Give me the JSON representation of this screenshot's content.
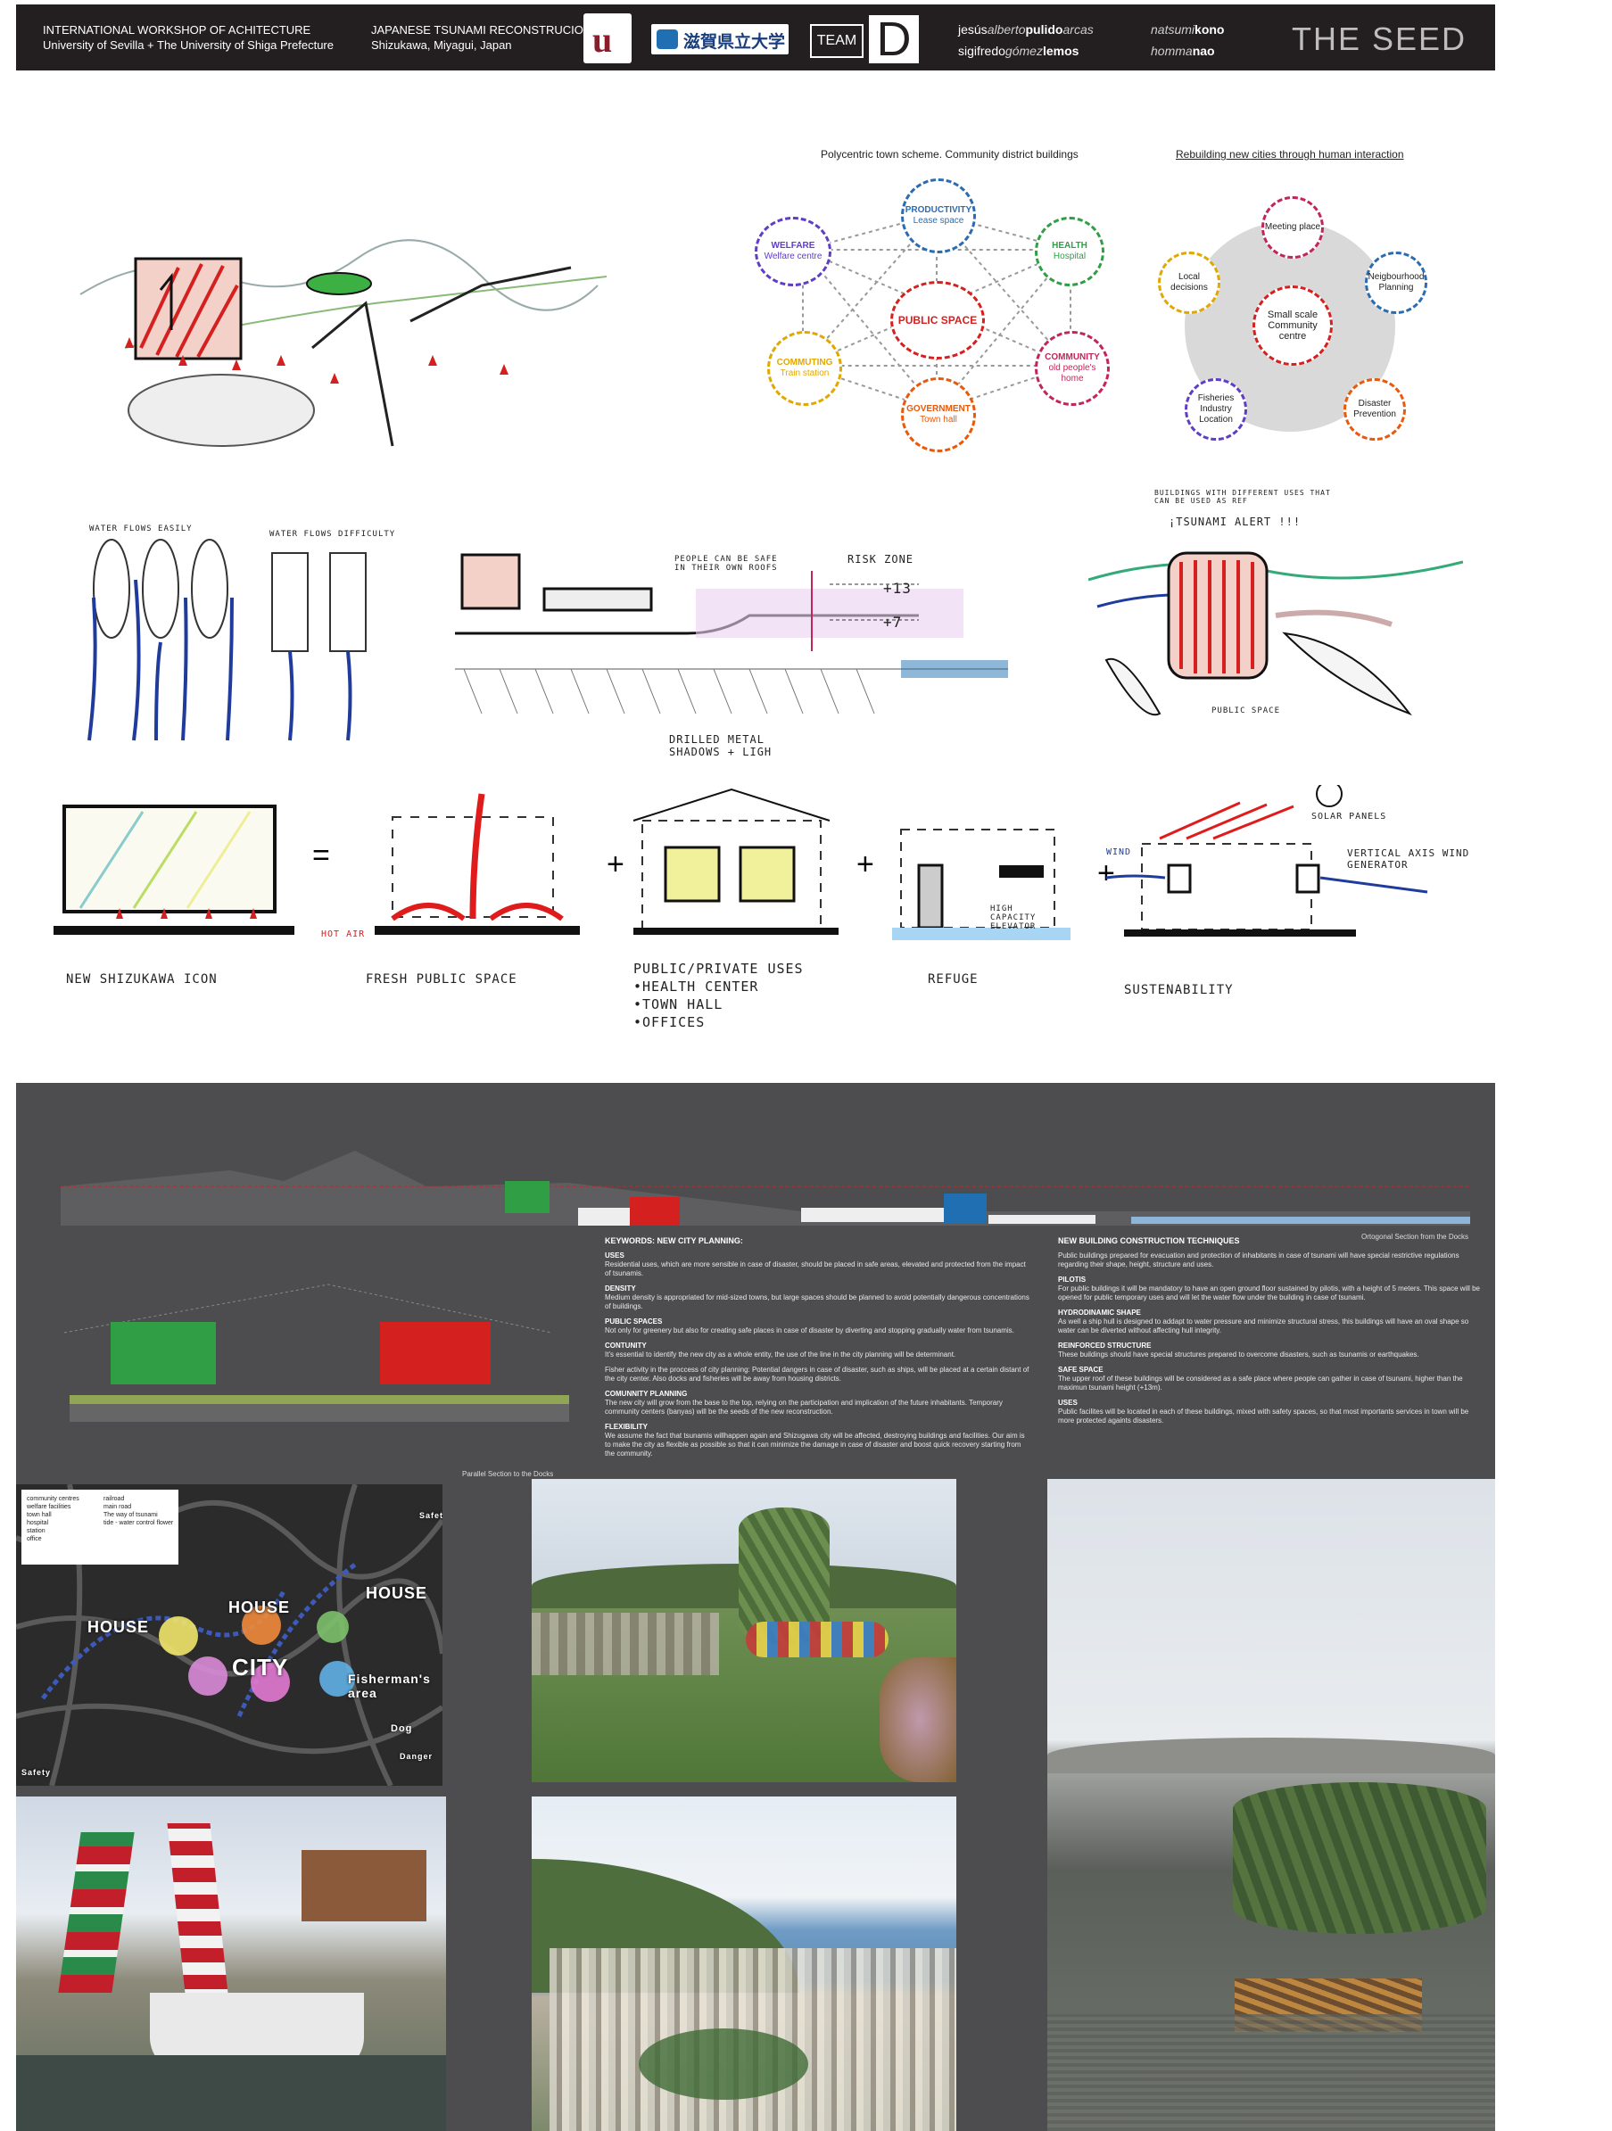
{
  "header": {
    "workshop": "INTERNATIONAL WORKSHOP OF ACHITECTURE",
    "universities": "University of Sevilla + The University of Shiga Prefecture",
    "project": "JAPANESE TSUNAMI RECONSTRUCION",
    "location": "Shizukawa, Miyagui, Japan",
    "logo_u": "u",
    "logo_shiga": "滋賀県立大学",
    "team": "TEAM",
    "team_letter": "D",
    "member1_a": "jesús",
    "member1_b": "alberto",
    "member1_c": "pulido",
    "member1_d": "arcas",
    "member2_a": "sigifredo",
    "member2_b": "gómez",
    "member2_c": "lemos",
    "member3_a": "natsumi",
    "member3_b": "kono",
    "member4_a": "homma",
    "member4_b": "nao",
    "title": "THE  SEED"
  },
  "polycentric": {
    "title": "Polycentric town scheme. Community district buildings",
    "center": "PUBLIC SPACE",
    "nodes": [
      {
        "name": "PRODUCTIVITY",
        "sub": "Lease space",
        "color": "#2b6cb0"
      },
      {
        "name": "HEALTH",
        "sub": "Hospital",
        "color": "#2f9e44"
      },
      {
        "name": "COMMUNITY",
        "sub": "old people's home",
        "color": "#c2255c"
      },
      {
        "name": "GOVERNMENT",
        "sub": "Town hall",
        "color": "#e8590c"
      },
      {
        "name": "COMMUTING",
        "sub": "Train station",
        "color": "#e0a800"
      },
      {
        "name": "WELFARE",
        "sub": "Welfare centre",
        "color": "#5f3dc4"
      }
    ]
  },
  "rebuilding": {
    "title": "Rebuilding new cities through human interaction",
    "center": "Small scale Community centre",
    "nodes": [
      {
        "name": "Meeting place",
        "color": "#c2255c"
      },
      {
        "name": "Neigbourhood Planning",
        "color": "#2b6cb0"
      },
      {
        "name": "Disaster Prevention",
        "color": "#e8590c"
      },
      {
        "name": "Fisheries Industry Location",
        "color": "#5f3dc4"
      },
      {
        "name": "Local decisions",
        "color": "#e0a800"
      }
    ]
  },
  "sketch_notes": {
    "water_easy": "WATER FLOWS EASILY",
    "water_difficulty": "WATER FLOWS DIFFICULTY",
    "people_roofs": "PEOPLE CAN BE SAFE IN THEIR OWN ROOFS",
    "risk_zone": "RISK ZONE",
    "plus13": "+13",
    "plus7": "+7",
    "buildings_note": "BUILDINGS WITH DIFFERENT USES THAT CAN BE USED AS REF",
    "tsunami_alert": "¡TSUNAMI ALERT !!!",
    "public_space_note": "PUBLIC SPACE",
    "drilled": "DRILLED METAL SHADOWS + LIGH",
    "hot_air": "HOT AIR",
    "high_capacity": "HIGH CAPACITY ELEVATOR",
    "solar": "SOLAR PANELS",
    "wind": "WIND",
    "vertical_axis": "VERTICAL AXIS WIND GENERATOR"
  },
  "concept_labels": {
    "icon": "NEW SHIZUKAWA ICON",
    "fresh": "FRESH PUBLIC SPACE",
    "uses_title": "PUBLIC/PRIVATE USES",
    "uses": [
      "•HEALTH CENTER",
      "•TOWN HALL",
      "•OFFICES"
    ],
    "refuge": "REFUGE",
    "sustainability": "SUSTENABILITY",
    "equals": "=",
    "plus": "+"
  },
  "sections": {
    "orthogonal": "Ortogonal Section from the Docks",
    "parallel": "Parallel Section to the Docks"
  },
  "city_planning": {
    "title": "KEYWORDS: NEW CITY PLANNING:",
    "items": [
      {
        "k": "USES",
        "v": "Residential uses, which are more sensible in case of disaster, should be placed in safe areas, elevated and protected from the impact of tsunamis."
      },
      {
        "k": "DENSITY",
        "v": "Medium density is appropriated for mid-sized towns, but large spaces should be planned to avoid potentially dangerous concentrations of buildings."
      },
      {
        "k": "PUBLIC SPACES",
        "v": "Not only for greenery but also for creating safe places in case of disaster by diverting and stopping gradually water from tsunamis."
      },
      {
        "k": "CONTUNITY",
        "v": "It's essential to identify the new city as a whole entity, the use of the line in the city planning will be determinant."
      },
      {
        "k": "",
        "v": "Fisher activity in the proccess of city planning: Potential dangers in case of disaster, such as ships, will be placed at a certain distant of the city center. Also docks and fisheries will be away from housing districts."
      },
      {
        "k": "COMUNNITY PLANNING",
        "v": "The new city will grow from the base to the top, relying on the participation and implication of the future inhabitants. Temporary community centers (banyas) will be the seeds of the new reconstruction."
      },
      {
        "k": "FLEXIBILITY",
        "v": "We assume the fact that tsunamis willhappen again and Shizugawa city will be affected, destroying buildings and facilities. Our aim is to make the city as flexible as possible so that it can minimize the damage in case of disaster and boost quick recovery starting from the community."
      }
    ]
  },
  "construction": {
    "title": "NEW BUILDING CONSTRUCTION TECHNIQUES",
    "items": [
      {
        "k": "",
        "v": "Public buildings prepared for evacuation and protection of inhabitants in case of tsunami will have special restrictive regulations regarding their shape, height, structure and uses."
      },
      {
        "k": "PILOTIS",
        "v": "For public buildings it will be mandatory to have an open ground floor sustained by pilotis, with a height of 5 meters. This space will be opened for public temporary uses and will let the water flow under the building in case of tsunami."
      },
      {
        "k": "HYDRODINAMIC SHAPE",
        "v": "As well a ship hull is designed to addapt to water pressure and minimize structural stress, this buildings will have an oval shape so water can be diverted without affecting hull integrity."
      },
      {
        "k": "REINFORCED STRUCTURE",
        "v": "These buildings should have special structures prepared to overcome disasters, such as tsunamis or earthquakes."
      },
      {
        "k": "SAFE SPACE",
        "v": "The upper roof of these buildings will be considered as a safe place where people can gather in case of tsunami, higher than the maximun tsunami height (+13m)."
      },
      {
        "k": "USES",
        "v": "Public facilites will be located in each of these buildings, mixed with safety spaces, so that most importants services in town will be more protected againts disasters."
      }
    ]
  },
  "map": {
    "labels": [
      "HOUSE",
      "HOUSE",
      "HOUSE",
      "CITY",
      "Fisherman's area",
      "Dog",
      "Safety",
      "Danger",
      "Safety"
    ],
    "legend_left": [
      "community centres",
      "welfare facilities",
      "town hall",
      "hospital",
      "station",
      "office"
    ],
    "legend_right": [
      "railroad",
      "main road",
      "The way of tsunami",
      "tide - water control flower"
    ]
  }
}
